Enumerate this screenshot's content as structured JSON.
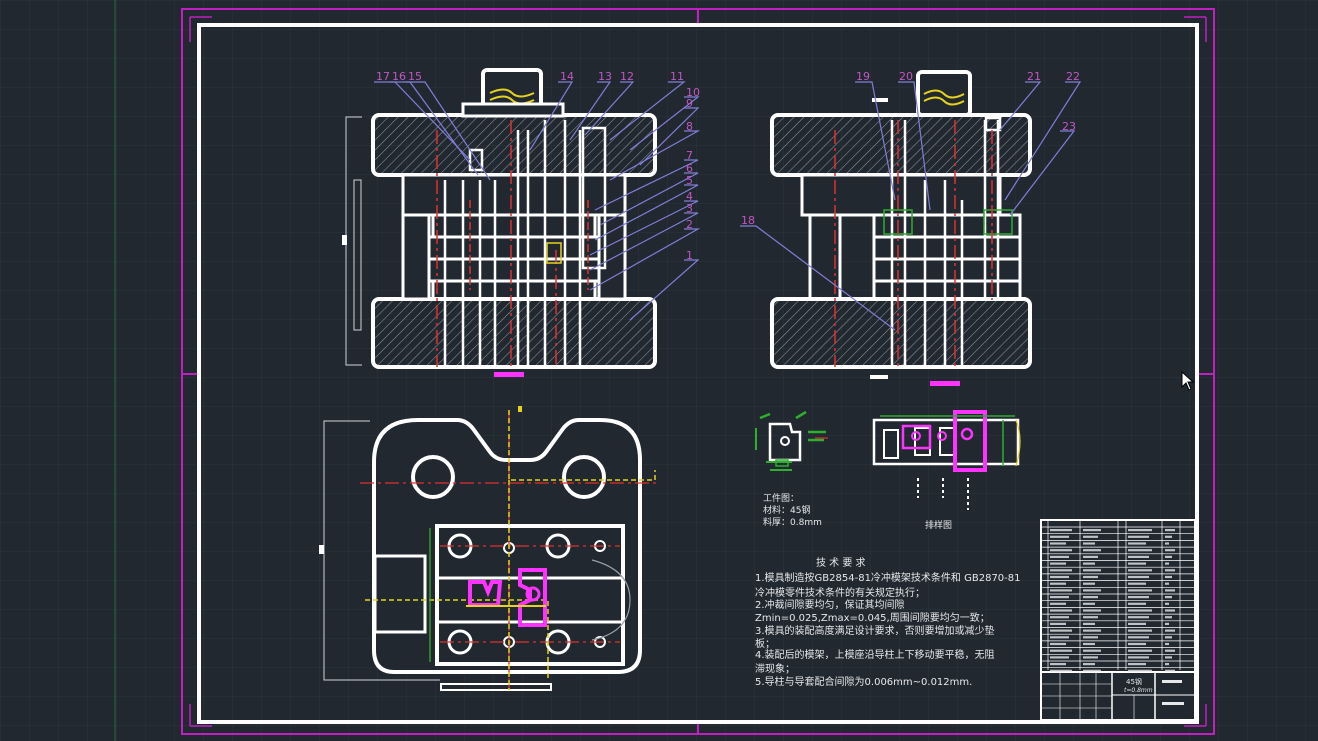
{
  "colors": {
    "background": "#212830",
    "grid": "#2c343d",
    "frame": "#ffffff",
    "sheet_border": "#c21fc2",
    "leader": "#7f7fd8",
    "label": "#c256c2",
    "hatch": "#9aa0a6",
    "red": "#e03030",
    "magenta": "#ff33ff",
    "yellow": "#e6d21e",
    "green": "#2fae2f"
  },
  "front_view_labels": [
    "17",
    "16",
    "15",
    "14",
    "13",
    "12",
    "11",
    "10",
    "9",
    "8",
    "7",
    "6",
    "5",
    "4",
    "3",
    "2",
    "1"
  ],
  "side_view_labels": [
    "19",
    "20",
    "21",
    "22",
    "23",
    "18"
  ],
  "workpiece": {
    "title": "工件图：",
    "material": "材料：45钢",
    "thickness": "料厚：0.8mm"
  },
  "strip_layout_caption": "排样图",
  "tech_requirements": {
    "title": "技 术 要 求",
    "lines": [
      "1.模具制造按GB2854-81冷冲模架技术条件和 GB2870-81",
      "冷冲模零件技术条件的有关规定执行；",
      "2.冲裁间隙要均匀，保证其均间隙",
      "Zmin=0.025,Zmax=0.045,周围间隙要均匀一致；",
      "3.模具的装配高度满足设计要求，否则要增加或减少垫",
      "板；",
      "4.装配后的模架，上模座沿导柱上下移动要平稳，无阻",
      "滞现象；",
      "5.导柱与导套配合间隙为0.006mm~0.012mm."
    ]
  },
  "title_block": {
    "material": "45钢",
    "thickness": "t=0.8mm"
  }
}
